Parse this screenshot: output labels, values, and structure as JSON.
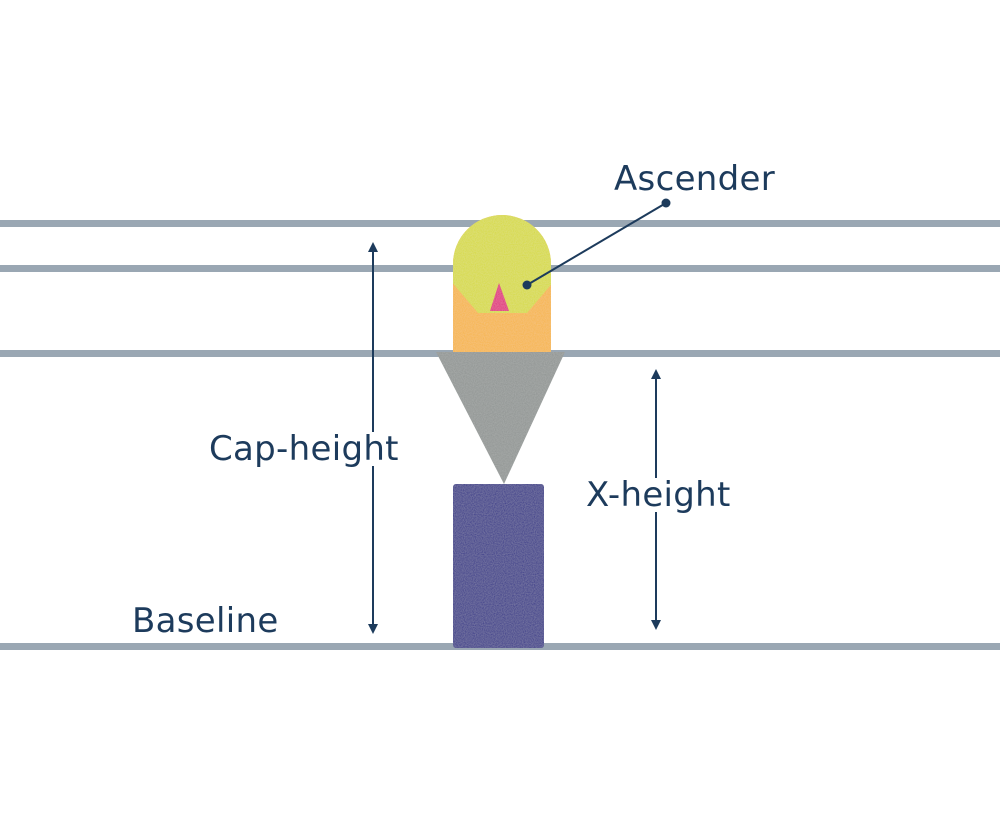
{
  "labels": {
    "ascender": "Ascender",
    "cap_height": "Cap-height",
    "x_height": "X-height",
    "baseline": "Baseline"
  },
  "colors": {
    "guide_line": "#9aa7b3",
    "text": "#1d3b5c",
    "head_top": "#d6d93a",
    "head_bottom": "#f5b342",
    "nose": "#e0237a",
    "cone": "#8e9391",
    "body": "#313187"
  }
}
